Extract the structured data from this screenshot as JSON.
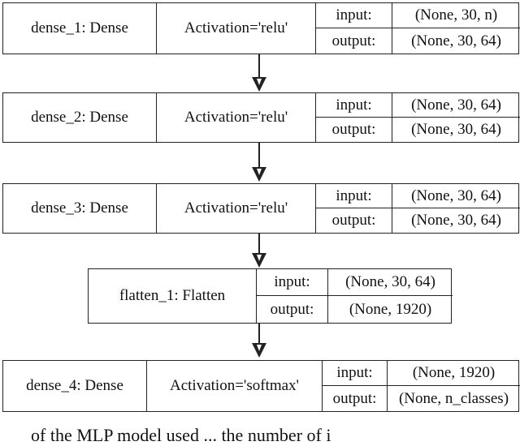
{
  "diagram": {
    "layers": [
      {
        "name": "dense_1: Dense",
        "activation": "Activation='relu'",
        "input_label": "input:",
        "input_shape": "(None, 30, n)",
        "output_label": "output:",
        "output_shape": "(None, 30, 64)"
      },
      {
        "name": "dense_2: Dense",
        "activation": "Activation='relu'",
        "input_label": "input:",
        "input_shape": "(None, 30, 64)",
        "output_label": "output:",
        "output_shape": "(None, 30, 64)"
      },
      {
        "name": "dense_3: Dense",
        "activation": "Activation='relu'",
        "input_label": "input:",
        "input_shape": "(None, 30, 64)",
        "output_label": "output:",
        "output_shape": "(None, 30, 64)"
      },
      {
        "name": "flatten_1: Flatten",
        "activation": "",
        "input_label": "input:",
        "input_shape": "(None, 30, 64)",
        "output_label": "output:",
        "output_shape": "(None, 1920)"
      },
      {
        "name": "dense_4: Dense",
        "activation": "Activation='softmax'",
        "input_label": "input:",
        "input_shape": "(None, 1920)",
        "output_label": "output:",
        "output_shape": "(None, n_classes)"
      }
    ],
    "caption_fragment": "of the MLP model used ... the number of i"
  }
}
